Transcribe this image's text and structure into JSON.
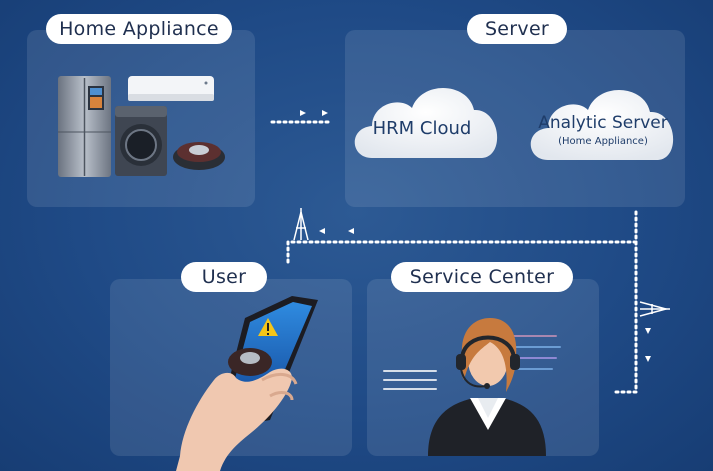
{
  "home_appliance": {
    "title": "Home Appliance",
    "items": [
      "fridge-icon",
      "washer-icon",
      "air-conditioner-icon",
      "robot-vacuum-icon"
    ]
  },
  "server": {
    "title": "Server",
    "clouds": [
      {
        "label": "HRM Cloud",
        "sublabel": ""
      },
      {
        "label": "Analytic Server",
        "sublabel": "(Home Appliance)"
      }
    ]
  },
  "user": {
    "title": "User",
    "device": "smartphone-icon",
    "alert": "warning-icon"
  },
  "service_center": {
    "title": "Service Center",
    "agent": "headset-agent-icon"
  },
  "connectors": {
    "style": "dotted",
    "color": "#ffffff",
    "antenna_icons": [
      "antenna-icon",
      "antenna-icon"
    ]
  },
  "colors": {
    "background": "#1f4a86",
    "pill_text": "#1f2f4f",
    "cloud_text": "#1f3d6a"
  }
}
